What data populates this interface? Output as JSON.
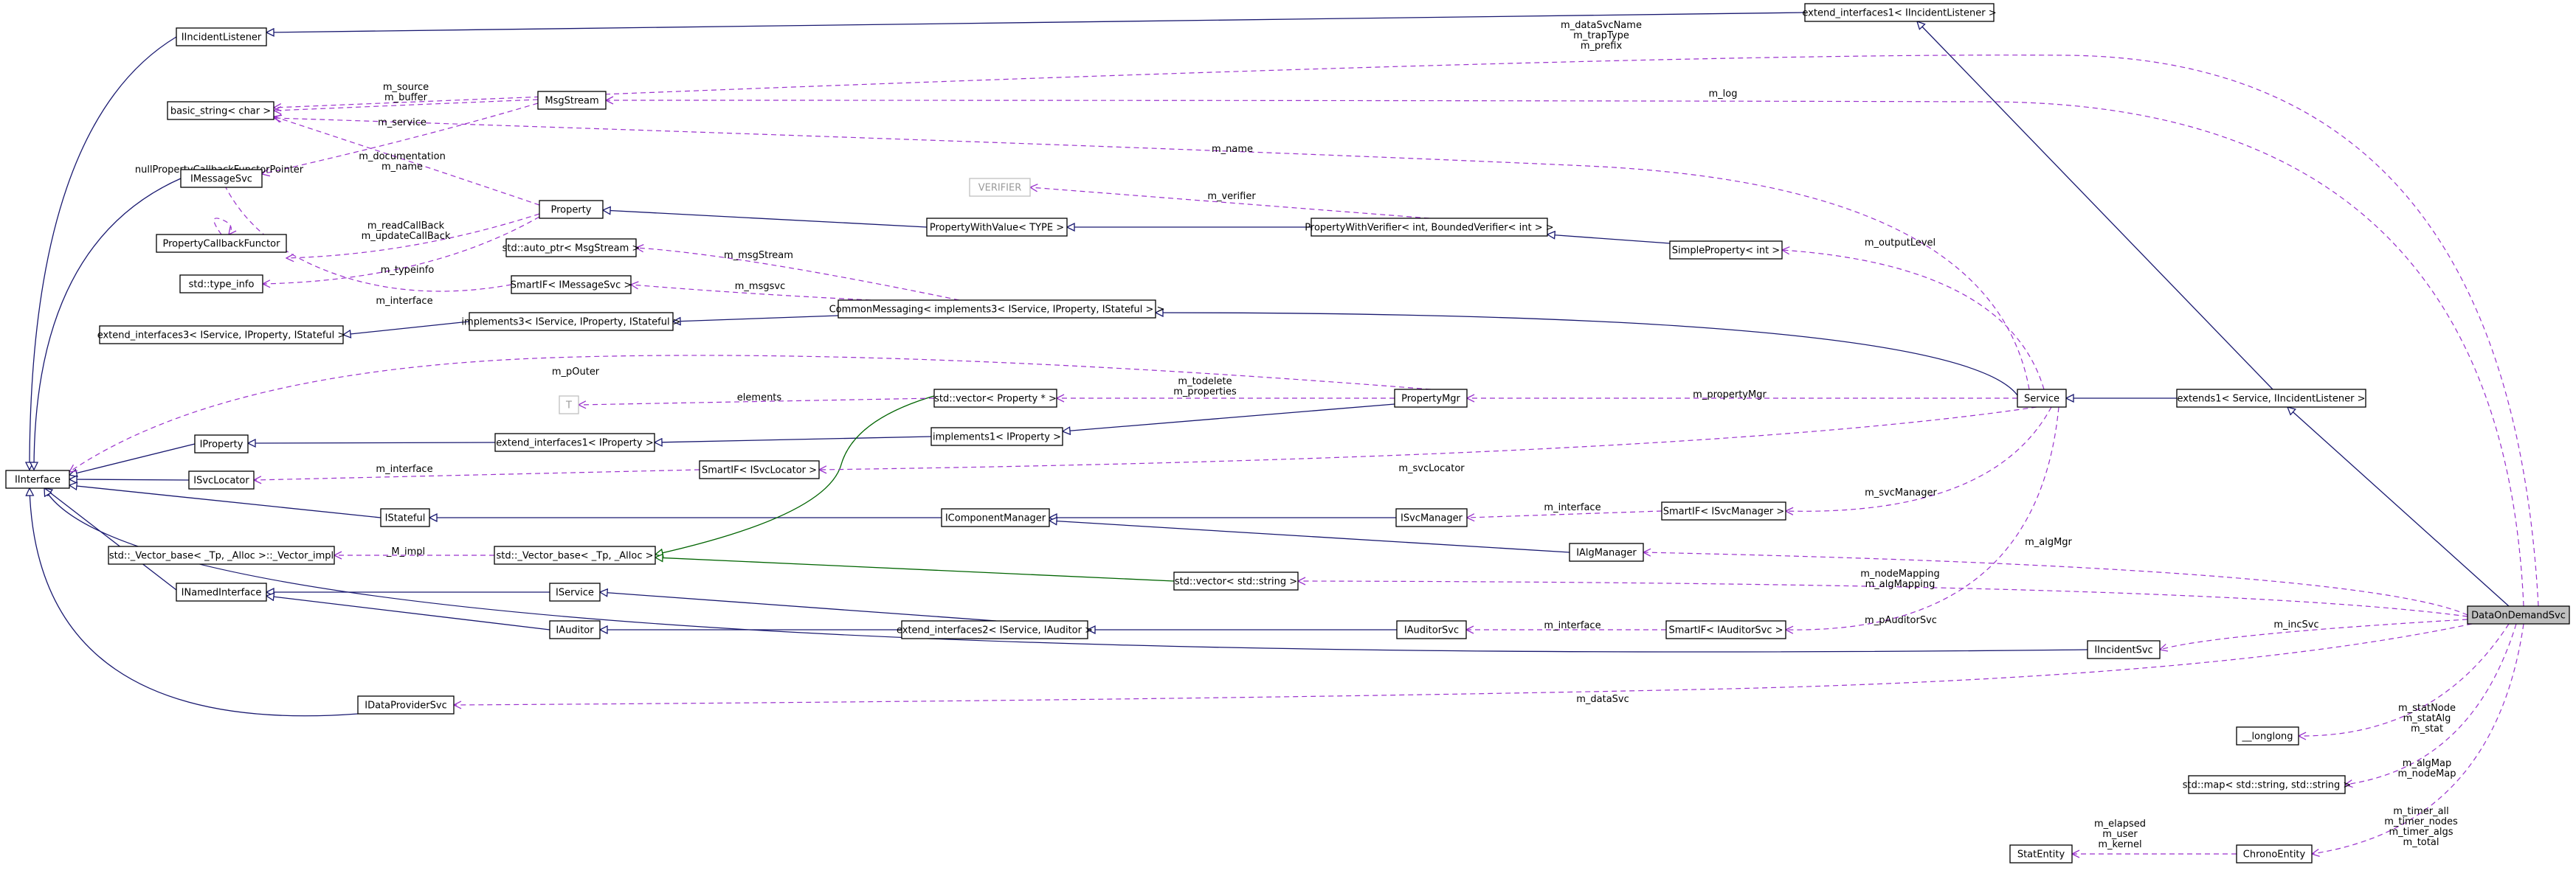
{
  "diagram": {
    "nodes": {
      "IIncidentListener": "IIncidentListener",
      "extend_interfaces1_IIncidentListener": "extend_interfaces1< IIncidentListener >",
      "basic_string_char": "basic_string< char >",
      "MsgStream": "MsgStream",
      "IMessageSvc": "IMessageSvc",
      "Property": "Property",
      "VERIFIER": "VERIFIER",
      "PropertyCallbackFunctor": "PropertyCallbackFunctor",
      "std_type_info": "std::type_info",
      "extend_interfaces3": "extend_interfaces3< IService, IProperty, IStateful >",
      "auto_ptr_MsgStream": "std::auto_ptr< MsgStream >",
      "SmartIF_IMessageSvc": "SmartIF< IMessageSvc >",
      "implements3": "implements3< IService, IProperty, IStateful >",
      "PropertyWithValue": "PropertyWithValue< TYPE >",
      "PropertyWithVerifier": "PropertyWithVerifier< int, BoundedVerifier< int > >",
      "SimpleProperty_int": "SimpleProperty< int >",
      "CommonMessaging": "CommonMessaging< implements3< IService, IProperty, IStateful > >",
      "T": "T",
      "vector_Property_ptr": "std::vector< Property * >",
      "PropertyMgr": "PropertyMgr",
      "Service": "Service",
      "extends1": "extends1< Service, IIncidentListener >",
      "IInterface": "IInterface",
      "IProperty": "IProperty",
      "extend_interfaces1_IProperty": "extend_interfaces1< IProperty >",
      "implements1_IProperty": "implements1< IProperty >",
      "ISvcLocator": "ISvcLocator",
      "SmartIF_ISvcLocator": "SmartIF< ISvcLocator >",
      "IStateful": "IStateful",
      "IComponentManager": "IComponentManager",
      "ISvcManager": "ISvcManager",
      "SmartIF_ISvcManager": "SmartIF< ISvcManager >",
      "IAlgManager": "IAlgManager",
      "Vector_impl": "std::_Vector_base< _Tp, _Alloc >::_Vector_impl",
      "Vector_base": "std::_Vector_base< _Tp, _Alloc >",
      "vector_string": "std::vector< std::string >",
      "INamedInterface": "INamedInterface",
      "IService": "IService",
      "IAuditor": "IAuditor",
      "extend_interfaces2": "extend_interfaces2< IService, IAuditor >",
      "IAuditorSvc": "IAuditorSvc",
      "SmartIF_IAuditorSvc": "SmartIF< IAuditorSvc >",
      "IIncidentSvc": "IIncidentSvc",
      "DataOnDemandSvc": "DataOnDemandSvc",
      "IDataProviderSvc": "IDataProviderSvc",
      "longlong": "__longlong",
      "map_string_string": "std::map< std::string, std::string >",
      "StatEntity": "StatEntity",
      "ChronoEntity": "ChronoEntity"
    },
    "edge_labels": {
      "dataSvcName": [
        "m_dataSvcName",
        "m_trapType",
        "m_prefix"
      ],
      "log": [
        "m_log"
      ],
      "source": [
        "m_source",
        "m_buffer"
      ],
      "service": [
        "m_service"
      ],
      "documentation": [
        "m_documentation",
        "m_name"
      ],
      "name": [
        "m_name"
      ],
      "nullProp": [
        "nullPropertyCallbackFunctorPointer"
      ],
      "readCallBack": [
        "m_readCallBack",
        "m_updateCallBack"
      ],
      "verifier": [
        "m_verifier"
      ],
      "typeinfo": [
        "m_typeinfo"
      ],
      "msgStream": [
        "m_msgStream"
      ],
      "outputLevel": [
        "m_outputLevel"
      ],
      "msgsvc": [
        "m_msgsvc"
      ],
      "interface1": [
        "m_interface"
      ],
      "pOuter": [
        "m_pOuter"
      ],
      "todelete": [
        "m_todelete",
        "m_properties"
      ],
      "elements": [
        "elements"
      ],
      "propertyMgr": [
        "m_propertyMgr"
      ],
      "interface2": [
        "m_interface"
      ],
      "svcLocator": [
        "m_svcLocator"
      ],
      "svcManager": [
        "m_svcManager"
      ],
      "interface3": [
        "m_interface"
      ],
      "algMgr": [
        "m_algMgr"
      ],
      "impl": [
        "_M_impl"
      ],
      "nodeMapping": [
        "m_nodeMapping",
        "m_algMapping"
      ],
      "pAuditorSvc": [
        "m_pAuditorSvc"
      ],
      "interface4": [
        "m_interface"
      ],
      "incSvc": [
        "m_incSvc"
      ],
      "dataSvc": [
        "m_dataSvc"
      ],
      "statNode": [
        "m_statNode",
        "m_statAlg",
        "m_stat"
      ],
      "algMap": [
        "m_algMap",
        "m_nodeMap"
      ],
      "timer": [
        "m_timer_all",
        "m_timer_nodes",
        "m_timer_algs",
        "m_total"
      ],
      "elapsed": [
        "m_elapsed",
        "m_user",
        "m_kernel"
      ]
    }
  }
}
